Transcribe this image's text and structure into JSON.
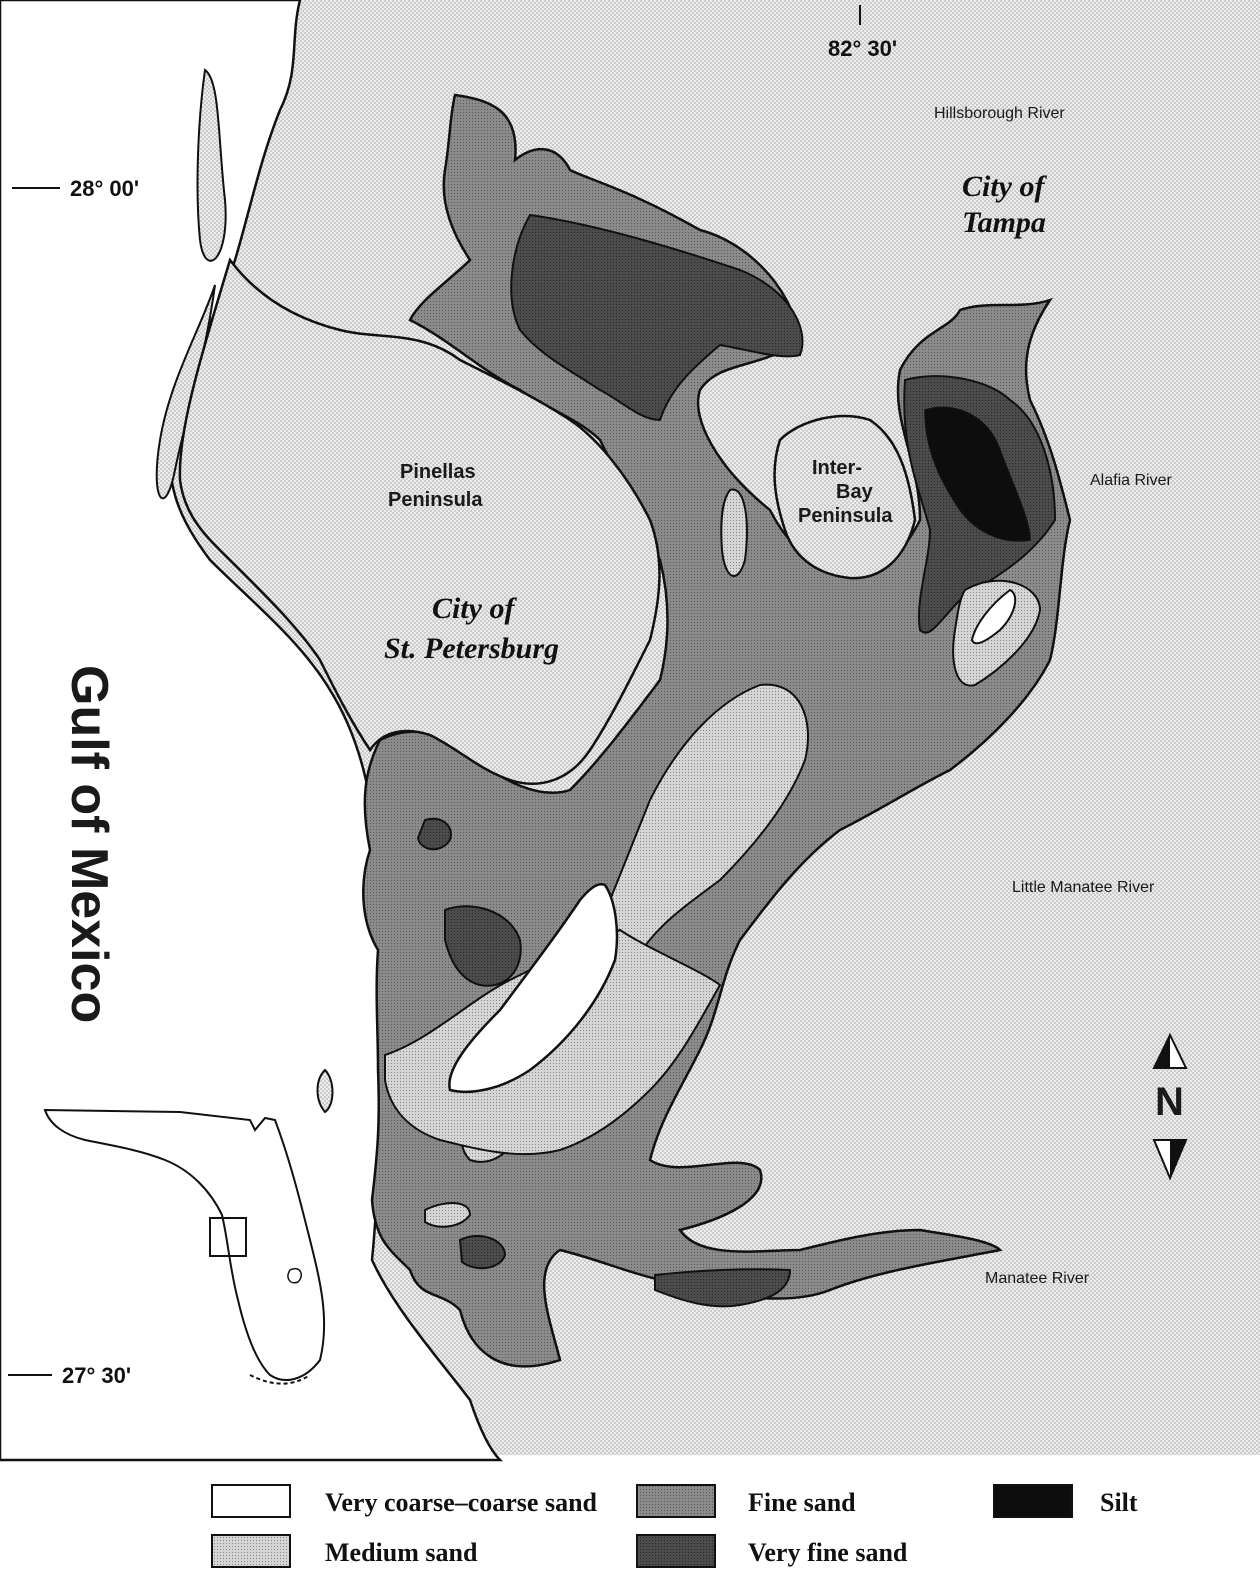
{
  "labels": {
    "gulf": "Gulf of Mexico",
    "city_tampa_1": "City of",
    "city_tampa_2": "Tampa",
    "city_stpete_1": "City of",
    "city_stpete_2": "St. Petersburg",
    "pinellas_1": "Pinellas",
    "pinellas_2": "Peninsula",
    "interbay_1": "Inter-",
    "interbay_2": "Bay",
    "interbay_3": "Peninsula",
    "hillsborough": "Hillsborough River",
    "alafia": "Alafia River",
    "little_manatee": "Little Manatee River",
    "manatee": "Manatee River",
    "north": "N"
  },
  "coords": {
    "lon": "82° 30'",
    "lat_top": "28° 00'",
    "lat_bottom": "27° 30'"
  },
  "legend": [
    {
      "label": "Very coarse–coarse sand",
      "pattern": "vcoarse"
    },
    {
      "label": "Fine sand",
      "pattern": "fine"
    },
    {
      "label": "Silt",
      "pattern": "silt"
    },
    {
      "label": "Medium sand",
      "pattern": "medium"
    },
    {
      "label": "Very fine sand",
      "pattern": "vfine"
    }
  ],
  "colors": {
    "land": "#e4e4e4",
    "vcoarse": "#ffffff",
    "medium": "#cfcfcf",
    "fine": "#8a8a8a",
    "vfine": "#4a4a4a",
    "silt": "#0d0d0d"
  }
}
